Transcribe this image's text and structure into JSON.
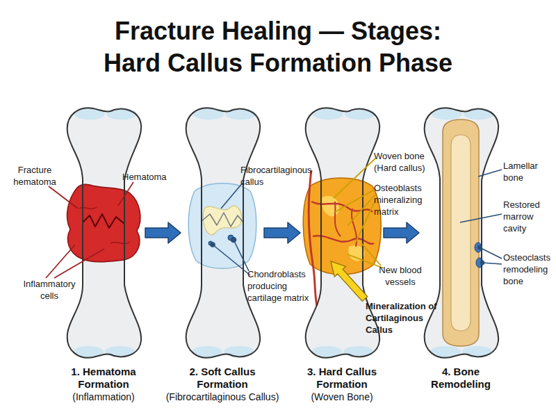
{
  "diagram": {
    "title": "Fracture Healing — Stages: Hard Callus Formation Phase",
    "nodes": [
      {
        "text": [
          "1. Hematoma Formation",
          "(Inflammation)"
        ]
      },
      {
        "text": [
          "2. Soft Callus Formation",
          "(Fibrocartilaginous Callus)"
        ]
      },
      {
        "text": [
          "3. Hard Callus Formation",
          "(Woven Bone)"
        ]
      },
      {
        "text": [
          "4. Bone Remodeling"
        ]
      }
    ],
    "edges": [
      {
        "from": 0,
        "to": 1,
        "arrow": "to"
      },
      {
        "from": 1,
        "to": 2,
        "arrow": "to"
      },
      {
        "from": 2,
        "to": 3,
        "arrow": "to"
      }
    ],
    "labels": [
      "Fracture hematoma",
      "Hematoma",
      "Inflammatory cells",
      "Fibrocartilaginous callus",
      "Chondroblasts producing cartilage matrix",
      "Woven bone (Hard callus)",
      "Osteoblasts mineralizing matrix",
      "New blood vessels",
      "Mineralization of Cartilaginous Callus",
      "Lamellar bone",
      "Restored marrow cavity",
      "Osteoclasts remodeling bone"
    ]
  }
}
